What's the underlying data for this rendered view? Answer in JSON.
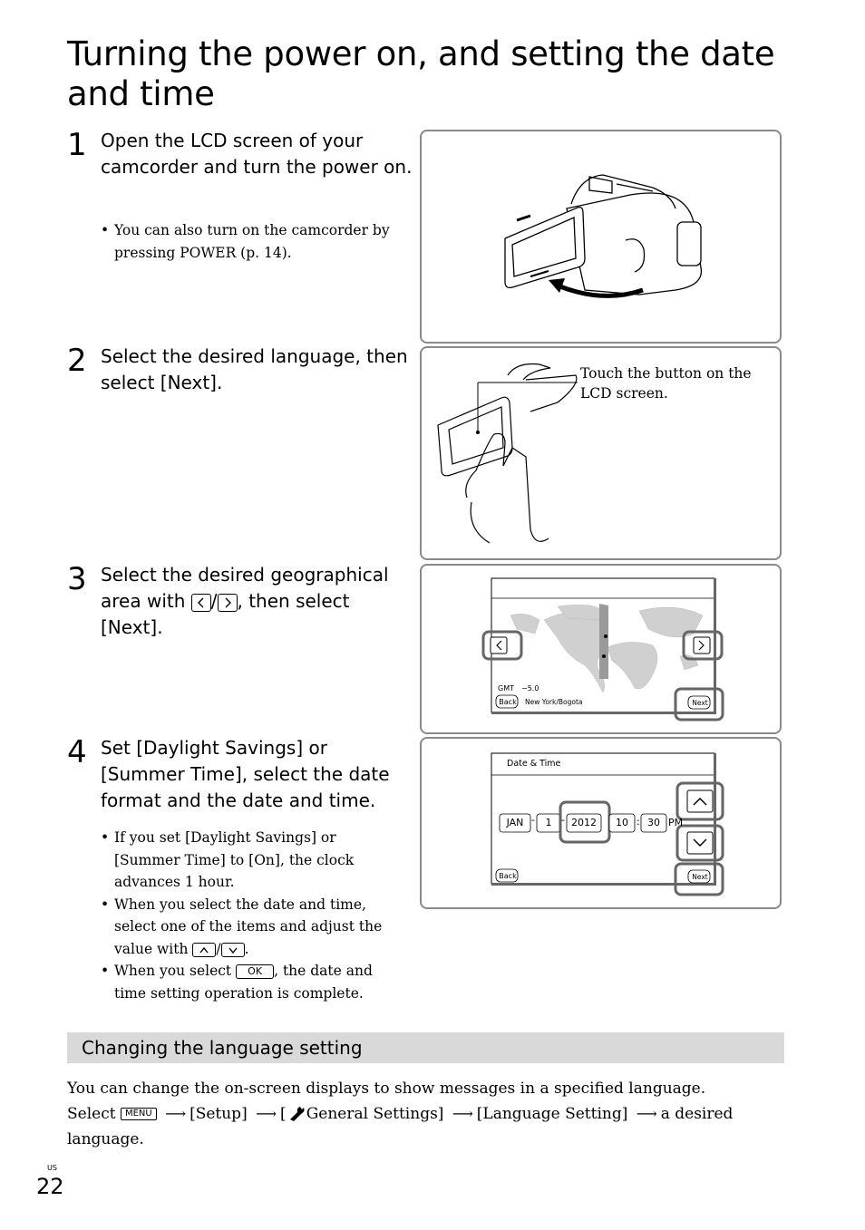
{
  "title": "Turning the power on, and setting the date and time",
  "steps": [
    {
      "num": "1",
      "text": "Open the LCD screen of your camcorder and turn the power on.",
      "bullets": [
        "You can also turn on the camcorder by pressing POWER (p. 14)."
      ]
    },
    {
      "num": "2",
      "text": "Select the desired language, then select [Next].",
      "callout": "Touch the button on the LCD screen."
    },
    {
      "num": "3",
      "text_a": "Select the desired geographical area with ",
      "text_sep": "/",
      "text_b": ", then select [Next]."
    },
    {
      "num": "4",
      "text": "Set [Daylight Savings] or [Summer Time], select the date format and the date and time.",
      "bullets": [
        "If you set [Daylight Savings] or [Summer Time] to [On], the clock advances 1 hour.",
        "When you select the date and time, select one of the items and adjust the value with"
      ],
      "bullet3_a": "When you select ",
      "bullet3_ok": "OK",
      "bullet3_b": ", the date and time setting operation is complete."
    }
  ],
  "map_screen": {
    "gmt_label": "GMT",
    "gmt_value": "−5.0",
    "back": "Back",
    "location": "New York/Bogota",
    "next": "Next"
  },
  "date_screen": {
    "header": "Date & Time",
    "month": "JAN",
    "day": "1",
    "year": "2012",
    "hour": "10",
    "minute": "30",
    "ampm": "PM",
    "back": "Back",
    "next": "Next"
  },
  "section": {
    "title": "Changing the language setting",
    "body": "You can change the on-screen displays to show messages in a specified language.",
    "select_word": "Select",
    "menu": "MENU",
    "setup": "[Setup]",
    "general_open": "[",
    "general": "General Settings]",
    "language": "[Language Setting]",
    "desired": "a desired language."
  },
  "page": {
    "region": "US",
    "number": "22"
  }
}
